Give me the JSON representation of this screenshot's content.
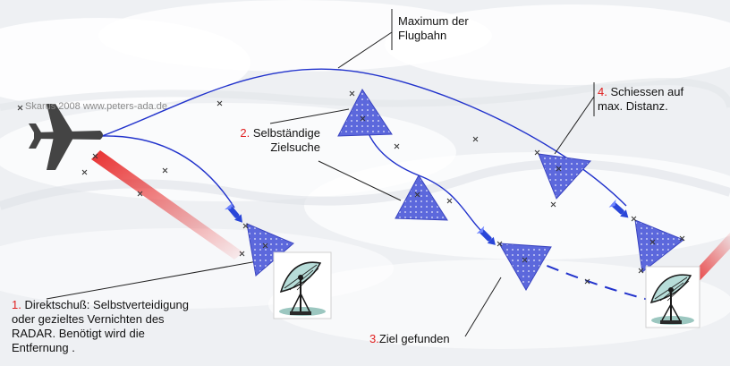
{
  "watermark": "Skarus 2008 www.peters-ada.de",
  "labels": {
    "maximum": {
      "line1": "Maximum der",
      "line2": "Flugbahn"
    },
    "step1": {
      "number": "1.",
      "line1": " Direktschuß: Selbstverteidigung",
      "line2": "oder gezieltes Vernichten des",
      "line3": "RADAR. Benötigt wird die",
      "line4": "Entfernung ."
    },
    "step2": {
      "number": "2.",
      "line1": " Selbständige",
      "line2": "Zielsuche"
    },
    "step3": {
      "number": "3.",
      "text": "Ziel gefunden"
    },
    "step4": {
      "number": "4.",
      "line1": " Schiessen auf",
      "line2": "max. Distanz."
    }
  },
  "icons": [
    "airplane-icon",
    "radar-dish-icon",
    "missile-icon",
    "radar-beam-icon"
  ],
  "colors": {
    "trajectory": "#2233cc",
    "seeker_cone": "#5566dd",
    "beam": "#e83030",
    "number_highlight": "#e02020",
    "airplane": "#444444"
  }
}
